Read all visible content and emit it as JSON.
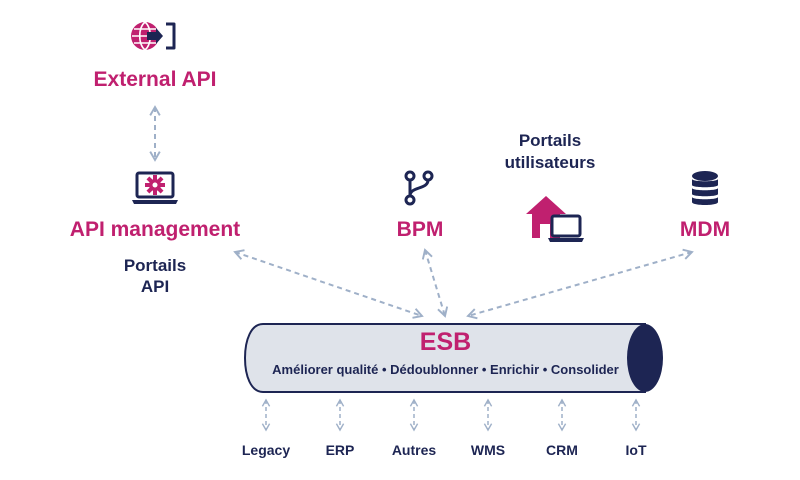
{
  "colors": {
    "accent": "#c0206f",
    "navy": "#1d2553",
    "connector": "#9fb0c8",
    "pipe": "#dfe3ea"
  },
  "external_api": {
    "label": "External API",
    "icon": "globe-arrow-icon"
  },
  "api_management": {
    "label": "API management",
    "sub1": "Portails",
    "sub2": "API",
    "icon": "laptop-gear-icon"
  },
  "bpm": {
    "label": "BPM",
    "icon": "branch-icon"
  },
  "portails_utilisateurs": {
    "line1": "Portails",
    "line2": "utilisateurs",
    "icon": "home-laptop-icon"
  },
  "mdm": {
    "label": "MDM",
    "icon": "database-icon"
  },
  "esb": {
    "title": "ESB",
    "subtitle": "Améliorer qualité • Dédoublonner • Enrichir • Consolider"
  },
  "systems": [
    "Legacy",
    "ERP",
    "Autres",
    "WMS",
    "CRM",
    "IoT"
  ]
}
